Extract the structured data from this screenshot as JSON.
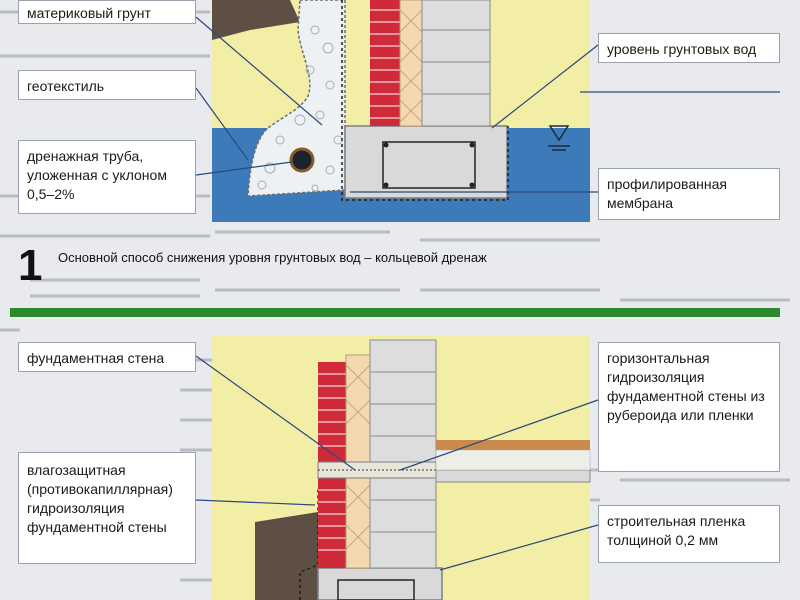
{
  "figure1": {
    "number": "1",
    "caption": "Основной способ снижения уровня грунтовых вод – кольцевой дренаж",
    "labels": {
      "soil": "материковый грунт",
      "geotextile": "геотекстиль",
      "drain_pipe": "дренажная труба, уложенная с уклоном 0,5–2%",
      "groundwater": "уровень грунтовых вод",
      "membrane": "профилированная мембрана"
    }
  },
  "figure2": {
    "labels": {
      "foundation_wall": "фундаментная стена",
      "horizontal_waterproofing": "горизонтальная гидроизоляция фундаментной стены из рубероида или пленки",
      "moisture_waterproofing": "влагозащитная (противокапиллярная) гидроизоляция фундаментной стены",
      "construction_film": "строительная пленка толщиной 0,2 мм"
    }
  },
  "colors": {
    "accent_green": "#2c8a2c",
    "water_blue": "#3d7ab9",
    "sand_yellow": "#f3eea6",
    "brick_red": "#cf2a3a",
    "insulation": "#f4d9b0",
    "concrete": "#d8d9d8",
    "earth_dark": "#5e4f45"
  }
}
